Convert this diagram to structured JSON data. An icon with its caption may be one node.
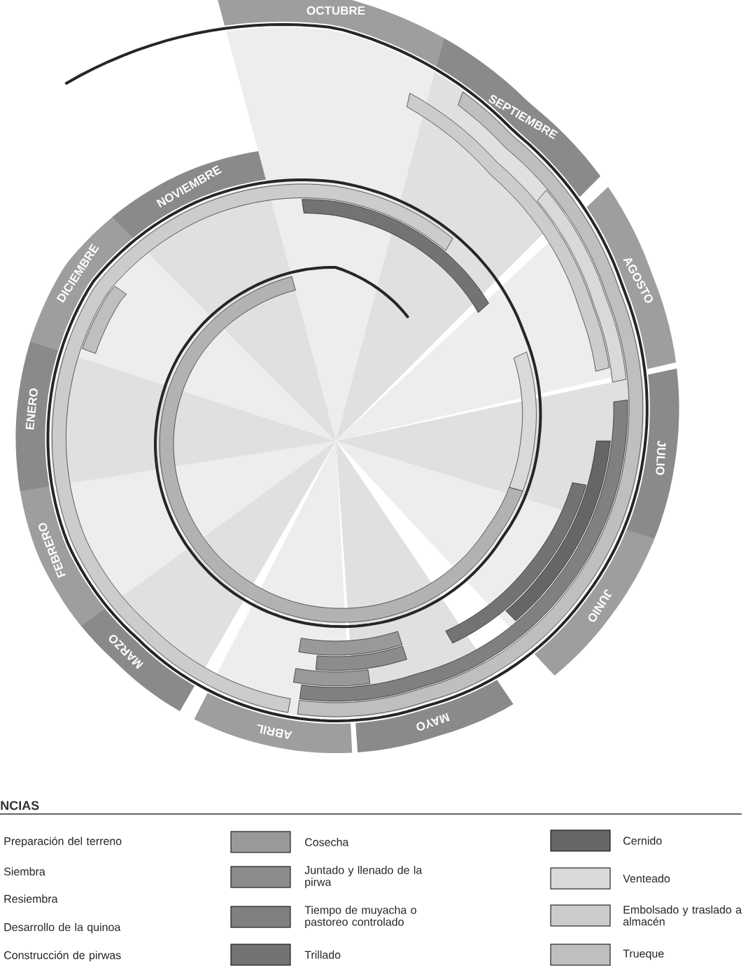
{
  "diagram": {
    "title": "NCIAS",
    "labels": [
      "OCTUBRE",
      "SEPTIEMBRE",
      "AGOSTO",
      "JULIO",
      "JUNIO",
      "MAYO",
      "ABRIL",
      "MARZO",
      "FEBRERO",
      "ENERO",
      "DICIEMBRE",
      "NOVIEMBRE"
    ],
    "legend": [
      {
        "text": "Preparación del terreno"
      },
      {
        "text": "Siembra"
      },
      {
        "text": "Resiembra"
      },
      {
        "text": "Desarrollo de la quinoa"
      },
      {
        "text": "Construcción de pirwas"
      },
      {
        "text": "Cosecha"
      },
      {
        "text": "Juntado y llenado de la pirwa"
      },
      {
        "text": "Tiempo de muyacha o pastoreo controlado"
      },
      {
        "text": "Trillado"
      },
      {
        "text": "Cernido"
      },
      {
        "text": "Venteado"
      },
      {
        "text": "Embolsado y traslado a almacén"
      },
      {
        "text": "Trueque"
      }
    ]
  }
}
